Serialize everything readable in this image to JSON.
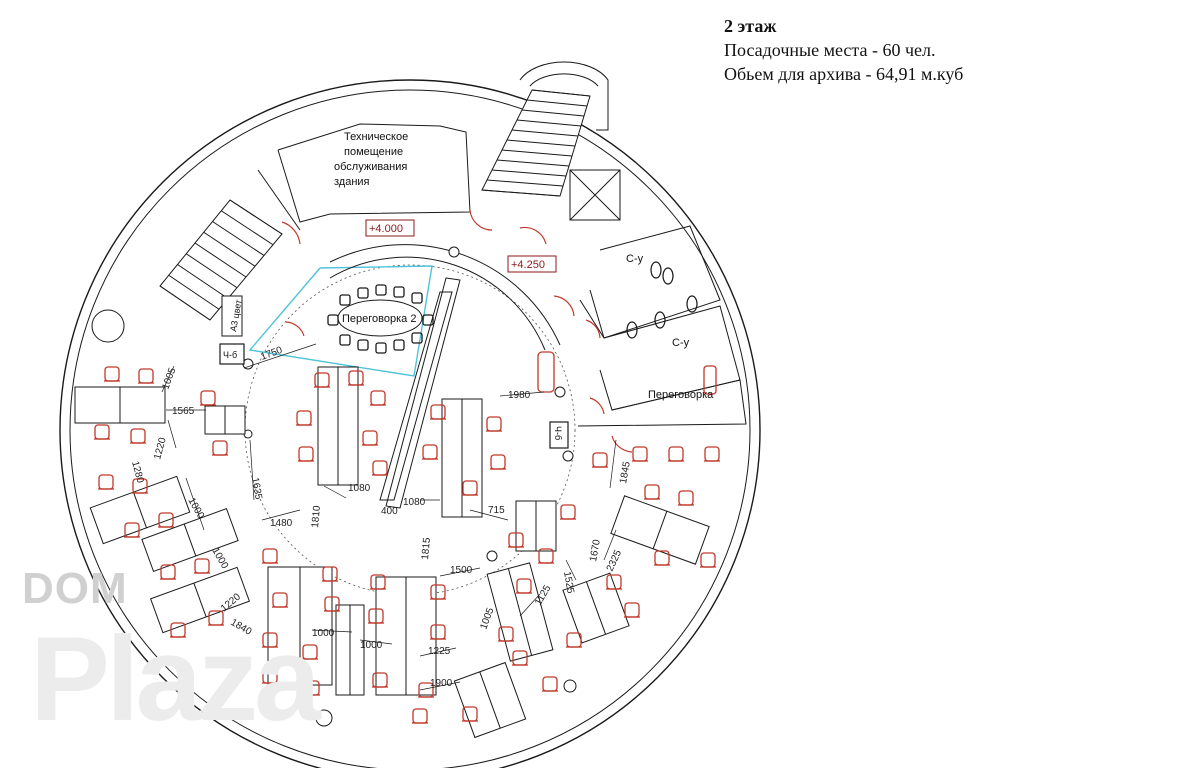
{
  "header": {
    "title": "2 этаж",
    "seats": "Посадочные места - 60 чел.",
    "archive": "Обьем для архива - 64,91 м.куб"
  },
  "rooms": {
    "technical": [
      "Техническое",
      "помещение",
      "обслуживания",
      "здания"
    ],
    "meeting2": "Переговорка 2",
    "meeting": "Переговорка",
    "wc_top": "С-у",
    "wc_bottom": "С-у",
    "a3": "А3 цвет",
    "ch6_left": "Ч-б",
    "ch6_right": "Ч-б"
  },
  "levels": {
    "level1": "+4.000",
    "level2": "+4.250"
  },
  "dimensions": [
    "1750",
    "1005",
    "1565",
    "1220",
    "1280",
    "1635",
    "1000",
    "1480",
    "1000",
    "1220",
    "1840",
    "1810",
    "1080",
    "1080",
    "400",
    "715",
    "1980",
    "1845",
    "1815",
    "1525",
    "1670",
    "2325",
    "1500",
    "1125",
    "1000",
    "1000",
    "1005",
    "1225",
    "1900"
  ],
  "watermark": {
    "line1": "DOM",
    "line2": "Plaza"
  },
  "colors": {
    "line": "#1a1a1a",
    "chair": "#c0392b",
    "glass": "#4fc3d9",
    "level_box": "#8b1a1a"
  }
}
